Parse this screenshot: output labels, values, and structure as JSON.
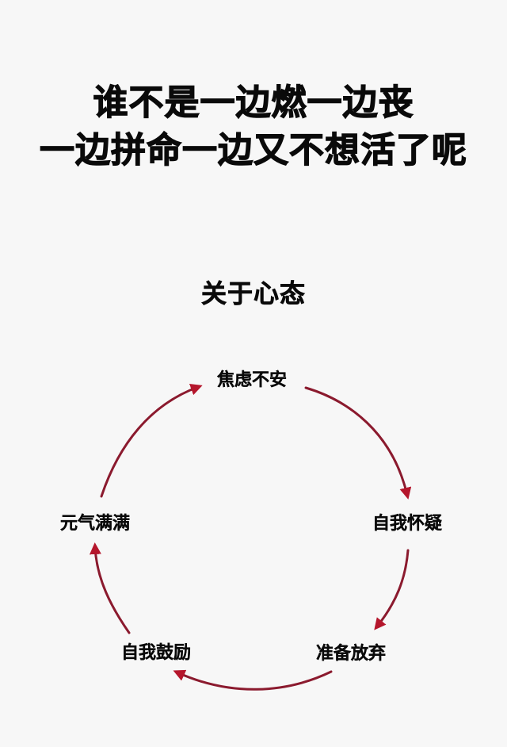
{
  "headline": {
    "line1": "谁不是一边燃一边丧",
    "line2": "一边拼命一边又不想活了呢"
  },
  "subtitle": "关于心态",
  "cycle": {
    "direction": "clockwise",
    "arrow_color": "#8b1a2e",
    "arrowhead_color": "#b5162c",
    "nodes": [
      {
        "id": "anxious",
        "label": "焦虑不安"
      },
      {
        "id": "self-doubt",
        "label": "自我怀疑"
      },
      {
        "id": "give-up",
        "label": "准备放弃"
      },
      {
        "id": "self-encourage",
        "label": "自我鼓励"
      },
      {
        "id": "energized",
        "label": "元气满满"
      }
    ],
    "edges": [
      {
        "from": "焦虑不安",
        "to": "自我怀疑"
      },
      {
        "from": "自我怀疑",
        "to": "准备放弃"
      },
      {
        "from": "准备放弃",
        "to": "自我鼓励"
      },
      {
        "from": "自我鼓励",
        "to": "元气满满"
      },
      {
        "from": "元气满满",
        "to": "焦虑不安"
      }
    ]
  }
}
